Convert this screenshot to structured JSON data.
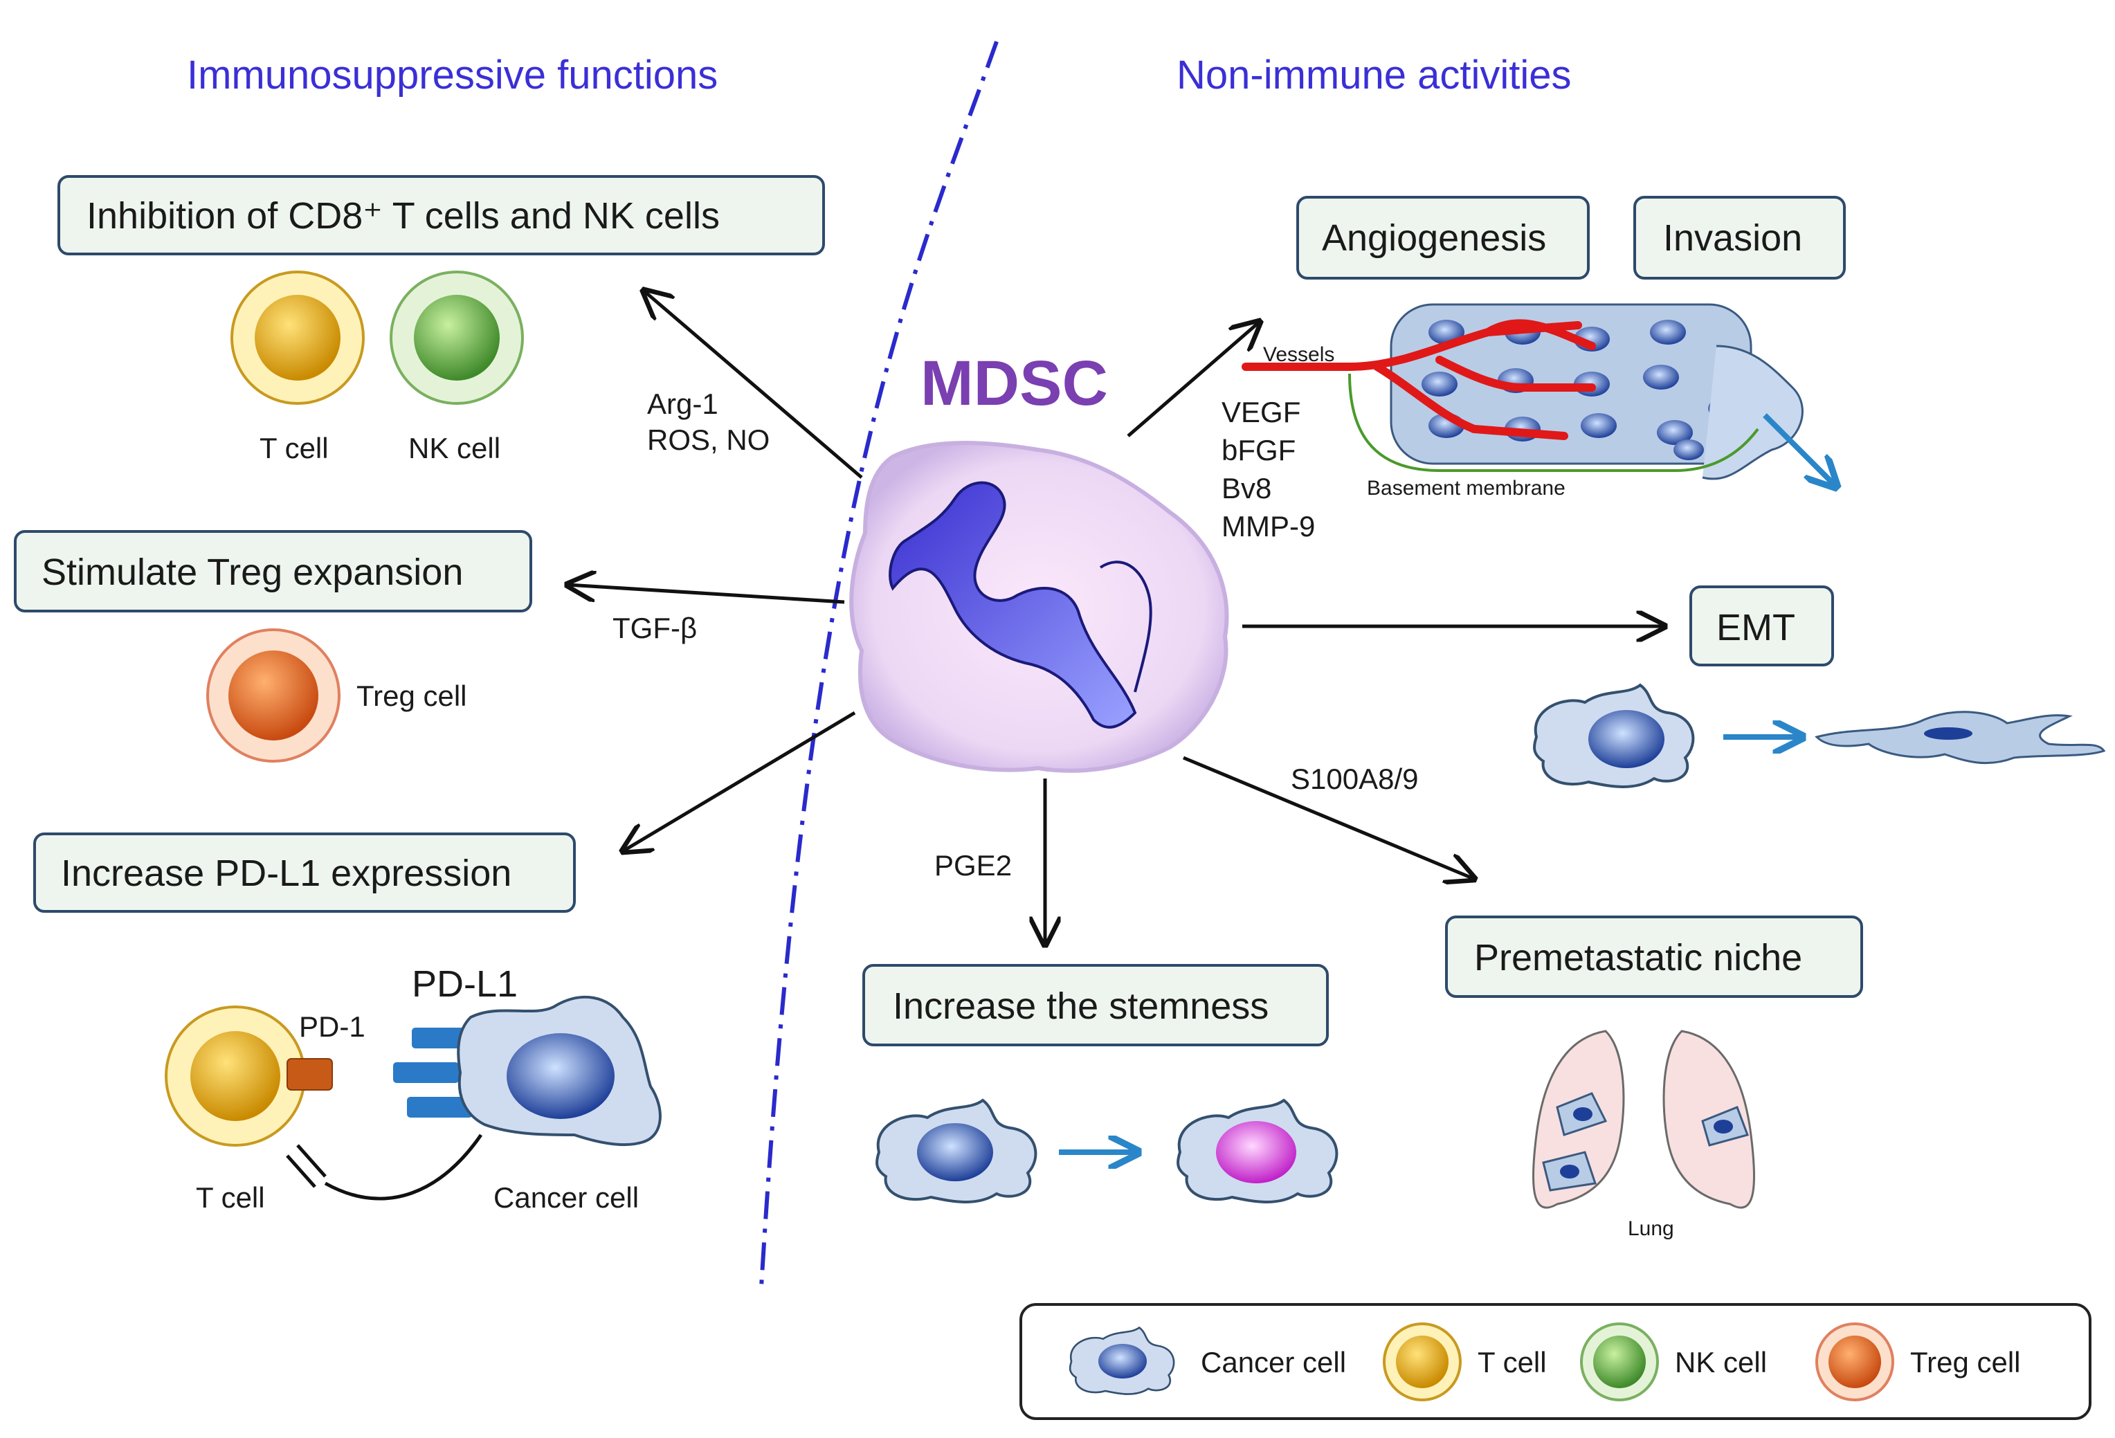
{
  "headers": {
    "left": "Immunosuppressive functions",
    "right": "Non-immune activities"
  },
  "center": {
    "label": "MDSC"
  },
  "boxes": {
    "inhibition": "Inhibition of CD8⁺ T cells and NK cells",
    "treg_expansion": "Stimulate Treg expansion",
    "pdl1_expression": "Increase PD-L1 expression",
    "angiogenesis": "Angiogenesis",
    "invasion": "Invasion",
    "emt": "EMT",
    "stemness": "Increase the stemness",
    "premetastatic": "Premetastatic niche"
  },
  "mediators": {
    "arg1": "Arg-1",
    "ros_no": "ROS, NO",
    "tgfb": "TGF-β",
    "pge2": "PGE2",
    "s100": "S100A8/9",
    "vegf": "VEGF",
    "bfgf": "bFGF",
    "bv8": "Bv8",
    "mmp9": "MMP-9"
  },
  "cell_labels": {
    "t_cell_top": "T cell",
    "nk_cell_top": "NK cell",
    "treg_cell": "Treg cell",
    "pd1": "PD-1",
    "pdl1": "PD-L1",
    "t_cell_bottom": "T cell",
    "cancer_cell": "Cancer cell",
    "vessels": "Vessels",
    "basement_membrane": "Basement membrane",
    "lung": "Lung"
  },
  "legend": {
    "items": [
      {
        "label": "Cancer cell",
        "icon": "cancer-cell-icon"
      },
      {
        "label": "T cell",
        "icon": "t-cell-icon"
      },
      {
        "label": "NK cell",
        "icon": "nk-cell-icon"
      },
      {
        "label": "Treg cell",
        "icon": "treg-cell-icon"
      }
    ]
  },
  "colors": {
    "header": "#3a2fd6",
    "mdsc_label": "#7a3fb0",
    "box_fill": "#eef5ee",
    "box_stroke": "#2e4a6b",
    "t_cell": "#e0a010",
    "nk_cell": "#5aa03a",
    "treg_cell": "#e0642a",
    "cancer_nucleus": "#2a4fa8",
    "vessels": "#e01818",
    "divider": "#2a2acc"
  }
}
